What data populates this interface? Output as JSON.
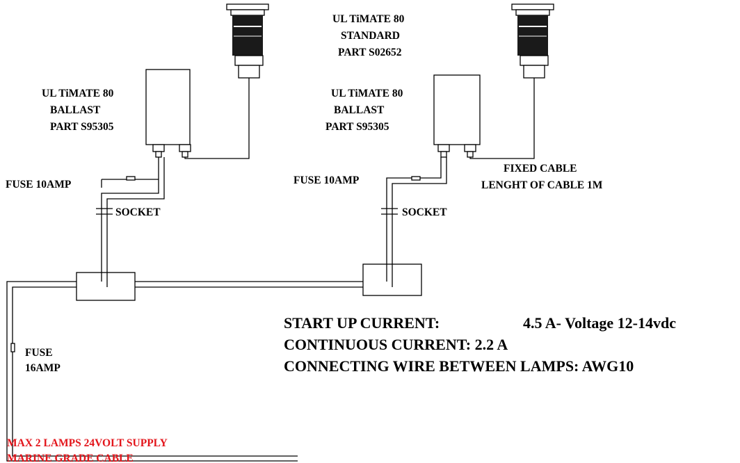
{
  "lamp_left": {
    "ballast": [
      "UL TiMATE 80",
      "BALLAST",
      "PART S95305"
    ],
    "fuse": "FUSE  10AMP",
    "socket": "SOCKET"
  },
  "lamp_right": {
    "standard": [
      "UL TiMATE 80",
      "STANDARD",
      "PART S02652"
    ],
    "ballast": [
      "UL TiMATE 80",
      "BALLAST",
      "PART S95305"
    ],
    "fuse": "FUSE  10AMP",
    "socket": "SOCKET",
    "fixed_cable": [
      "FIXED CABLE",
      "LENGHT OF CABLE 1M"
    ]
  },
  "supply": {
    "fuse": [
      "FUSE",
      "16AMP"
    ],
    "note": [
      "MAX 2 LAMPS 24VOLT SUPPLY",
      "MARINE GRADE CABLE"
    ],
    "note_color": "#e3151b"
  },
  "specs": {
    "startup_label": "START UP CURRENT:",
    "startup_value": "4.5 A- Voltage 12-14vdc",
    "continuous": "CONTINUOUS CURRENT: 2.2 A",
    "wire": "CONNECTING WIRE BETWEEN LAMPS:  AWG10"
  }
}
